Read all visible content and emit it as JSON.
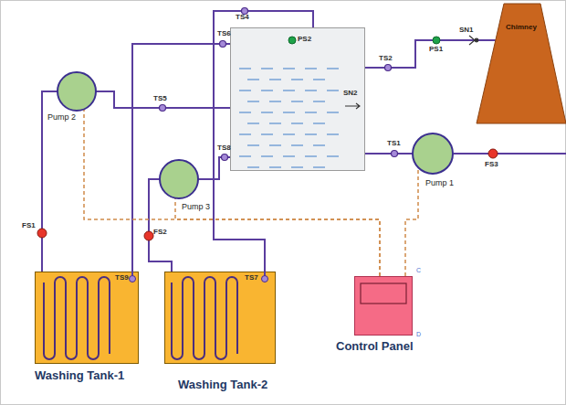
{
  "diagram": {
    "nodes": [
      {
        "text": [
          "Chimney"
        ]
      },
      {
        "text": [
          "PS2",
          "SN2"
        ]
      },
      {
        "text": [
          "Pump 2"
        ]
      },
      {
        "text": [
          "Pump 3"
        ]
      },
      {
        "text": [
          "Pump 1"
        ]
      },
      {
        "text": [
          "Control Panel"
        ]
      },
      {
        "text": [
          "Washing Tank-1"
        ]
      },
      {
        "text": [
          "Washing Tank-2"
        ]
      }
    ],
    "edges": [
      {
        "from": 1,
        "to": 0,
        "arrow": "none"
      },
      {
        "from": 1,
        "to": 4,
        "arrow": "none"
      },
      {
        "from": 2,
        "to": 1,
        "arrow": "none"
      },
      {
        "from": 3,
        "to": 1,
        "arrow": "none"
      },
      {
        "from": 6,
        "to": 2,
        "arrow": "none"
      },
      {
        "from": 7,
        "to": 3,
        "arrow": "none"
      },
      {
        "from": 1,
        "to": 6,
        "arrow": "none"
      },
      {
        "from": 1,
        "to": 7,
        "arrow": "none"
      },
      {
        "from": 5,
        "to": 4,
        "arrow": "none"
      },
      {
        "from": 5,
        "to": 2,
        "arrow": "none"
      },
      {
        "from": 5,
        "to": 3,
        "arrow": "none"
      }
    ],
    "labels": [
      "TS4",
      "TS6",
      "TS5",
      "PS1",
      "SN1",
      "TS2",
      "TS8",
      "TS1",
      "FS3",
      "FS1",
      "FS2",
      "TS9",
      "TS7",
      "C",
      "D"
    ]
  }
}
